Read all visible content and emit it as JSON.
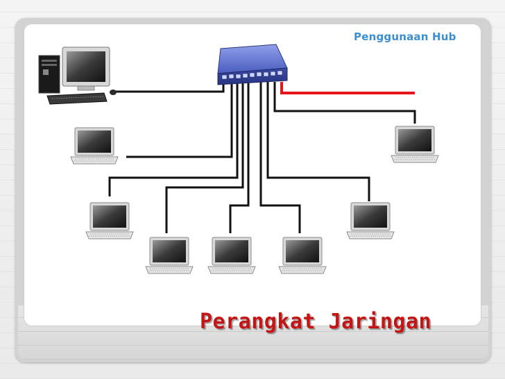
{
  "slide": {
    "title": "Perangkat Jaringan",
    "subtitle": "Penggunaan Hub"
  },
  "diagram": {
    "central_device": "hub",
    "nodes": [
      {
        "name": "desktop-pc",
        "icon": "desktop-computer-icon"
      },
      {
        "name": "laptop-left-upper",
        "icon": "laptop-icon"
      },
      {
        "name": "laptop-right-upper",
        "icon": "laptop-icon"
      },
      {
        "name": "laptop-left-lower",
        "icon": "laptop-icon"
      },
      {
        "name": "laptop-mid-left",
        "icon": "laptop-icon"
      },
      {
        "name": "laptop-mid-center",
        "icon": "laptop-icon"
      },
      {
        "name": "laptop-mid-right",
        "icon": "laptop-icon"
      },
      {
        "name": "laptop-right-lower",
        "icon": "laptop-icon"
      }
    ],
    "uplink_color": "#e8141c",
    "cable_color": "#111111",
    "hub_color": "#4a5fc0"
  }
}
